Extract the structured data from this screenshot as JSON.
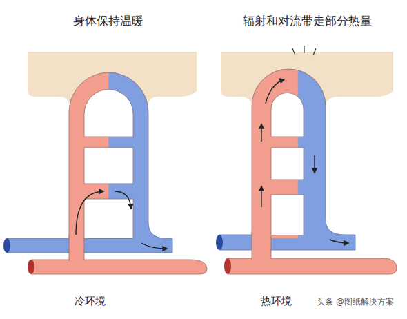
{
  "diagram": {
    "labels": [
      "身体保持温暖",
      "辐射和对流带走部分热量",
      "冷环境",
      "热环境",
      "头条 @图纸解决方案"
    ]
  }
}
